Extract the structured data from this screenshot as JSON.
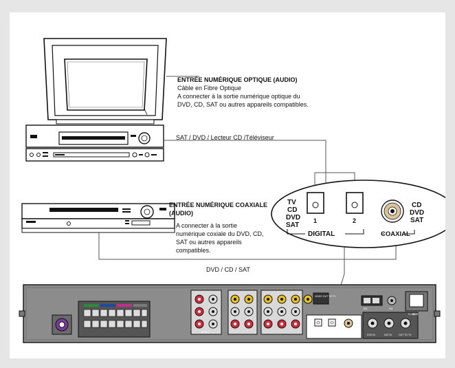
{
  "optical": {
    "title": "ENTRÉE NUMÉRIQUE OPTIQUE (AUDIO)",
    "cable": "Câble en Fibre Optique",
    "line1": "A connecter à la sortie numérique optique du",
    "line2": "DVD, CD, SAT ou autres appareils compatibles."
  },
  "source_top": "SAT / DVD / Lecteur CD /Téléviseur",
  "coaxial": {
    "title1": "ENTRÉE NUMÉRIQUE COAXIALE",
    "title2": "(AUDIO)",
    "line1": "A connecter à la sortie",
    "line2": "numérique coxiale du DVD, CD,",
    "line3": "SAT ou autres appareils",
    "line4": "compatibles."
  },
  "source_bottom": "DVD / CD / SAT",
  "zoom": {
    "left_labels": [
      "TV",
      "CD",
      "DVD",
      "SAT"
    ],
    "port1": "1",
    "port2": "2",
    "digital": "DIGITAL",
    "right_labels": [
      "CD",
      "DVD",
      "SAT"
    ],
    "coaxial": "COAXIAL"
  },
  "panel_labels": {
    "audio": "AUDIO",
    "video_out": "VIDEO OUT TO TV",
    "dvd_in": "DVD IN",
    "sat_in": "SAT IN",
    "out_to_tv": "OUT TO TV",
    "fm": "FM",
    "am": "AM",
    "ac": "AC ~",
    "s_video": "S-VIDEO",
    "digital": "DIGITAL",
    "coaxial": "COAXIAL"
  },
  "colors": {
    "connector_red": "#d42a3c",
    "connector_yellow": "#e8c21a",
    "connector_purple": "#7a3a9a",
    "panel_grey": "#8c8c8c",
    "line": "#555555"
  }
}
